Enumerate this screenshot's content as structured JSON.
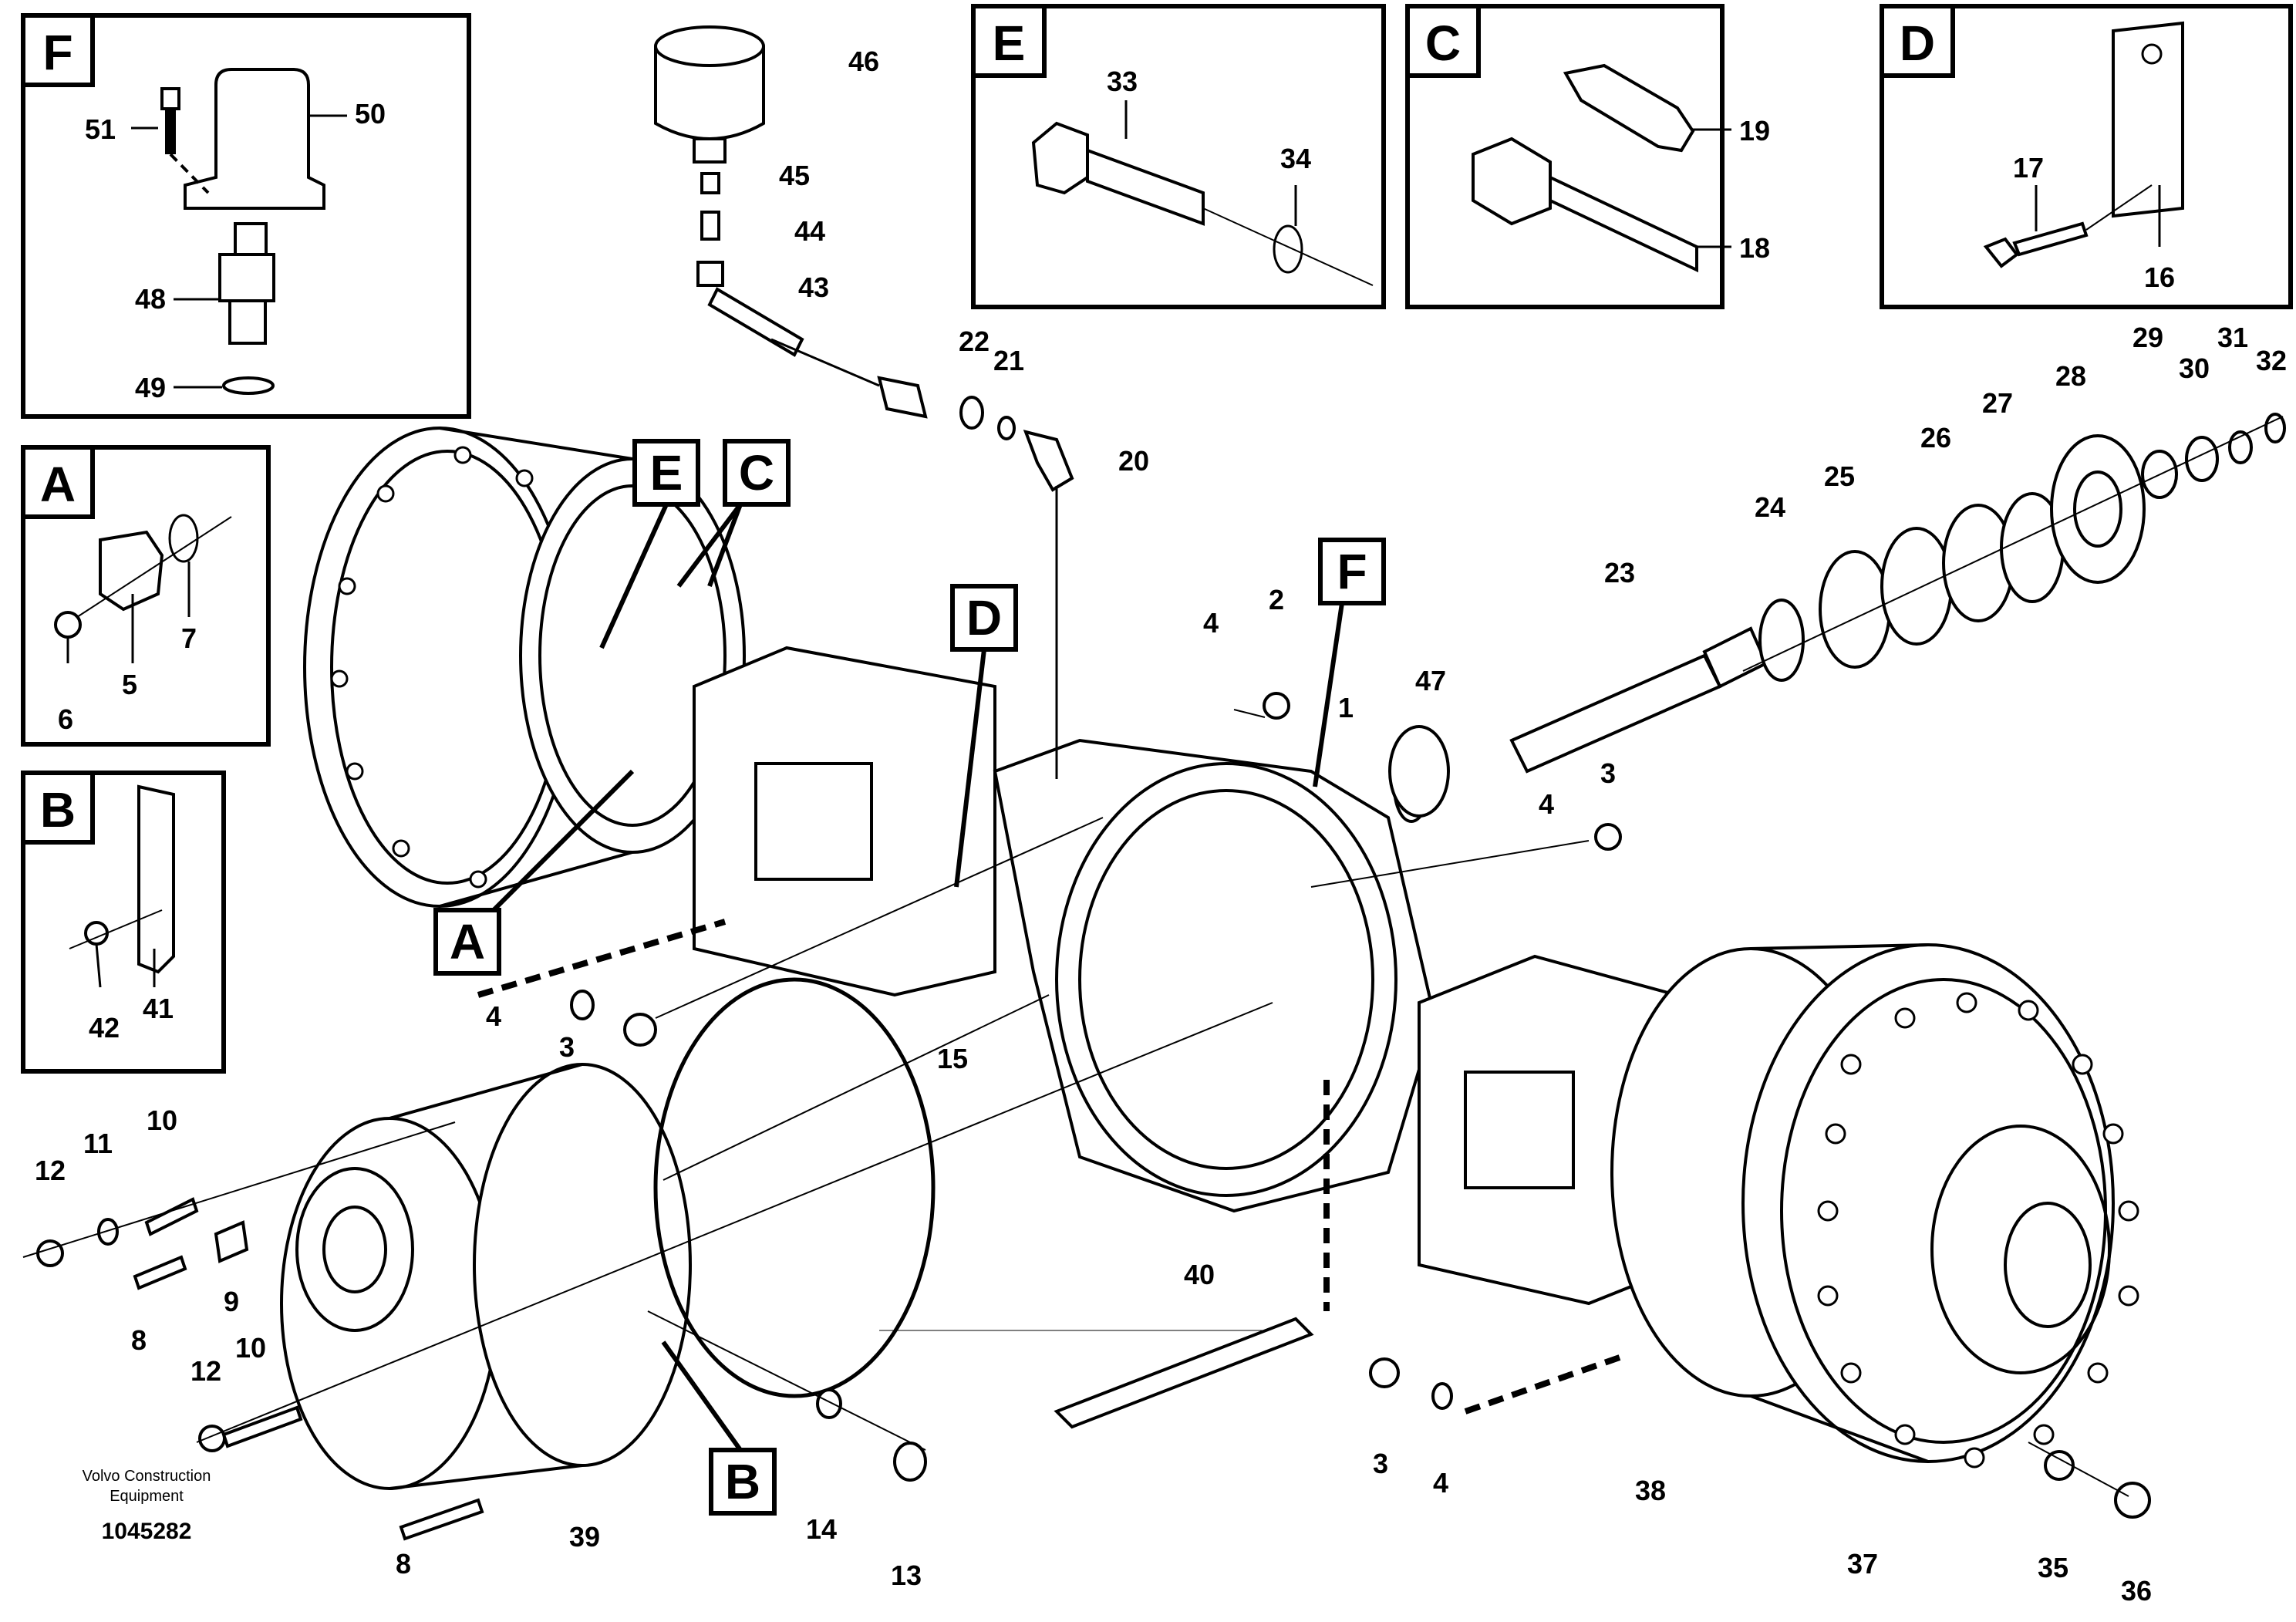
{
  "credit": {
    "line1": "Volvo Construction",
    "line2": "Equipment",
    "code": "1045282"
  },
  "detail_boxes": [
    {
      "letter": "F",
      "parts": [
        "51",
        "50",
        "48",
        "49"
      ]
    },
    {
      "letter": "A",
      "parts": [
        "7",
        "6",
        "5"
      ]
    },
    {
      "letter": "B",
      "parts": [
        "42",
        "41"
      ]
    },
    {
      "letter": "E",
      "parts": [
        "33",
        "34"
      ]
    },
    {
      "letter": "C",
      "parts": [
        "19",
        "18"
      ]
    },
    {
      "letter": "D",
      "parts": [
        "17",
        "16"
      ]
    }
  ],
  "callouts": [
    "E",
    "C",
    "D",
    "F",
    "A",
    "B"
  ],
  "part_numbers": [
    "1",
    "2",
    "3",
    "4",
    "8",
    "9",
    "10",
    "11",
    "12",
    "13",
    "14",
    "15",
    "20",
    "21",
    "22",
    "23",
    "24",
    "25",
    "26",
    "27",
    "28",
    "29",
    "30",
    "31",
    "32",
    "35",
    "36",
    "37",
    "38",
    "39",
    "40",
    "43",
    "44",
    "45",
    "46",
    "47"
  ]
}
